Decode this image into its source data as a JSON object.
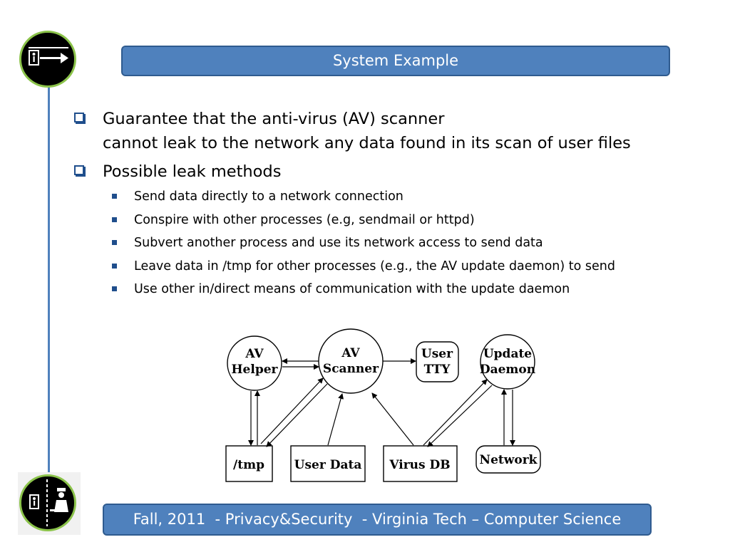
{
  "title": "System Example",
  "bullets": [
    {
      "lines": [
        "Guarantee that the anti-virus (AV) scanner",
        "cannot leak to the network any data found in its scan of user files"
      ]
    },
    {
      "text": "Possible leak methods",
      "items": [
        "Send data directly to a network connection",
        "Conspire with other processes (e.g, sendmail or httpd)",
        "Subvert another process and use its network access to send data",
        "Leave data in /tmp for other processes (e.g., the AV update daemon) to send",
        "Use other in/direct means of communication with the update daemon"
      ]
    }
  ],
  "diagram": {
    "av_helper": [
      "AV",
      "Helper"
    ],
    "av_scanner": [
      "AV",
      "Scanner"
    ],
    "user_tty": [
      "User",
      "TTY"
    ],
    "update_daemon": [
      "Update",
      "Daemon"
    ],
    "tmp": "/tmp",
    "user_data": "User Data",
    "virus_db": "Virus DB",
    "network": "Network"
  },
  "footer": "Fall, 2011  - Privacy&Security  - Virginia Tech – Computer Science"
}
